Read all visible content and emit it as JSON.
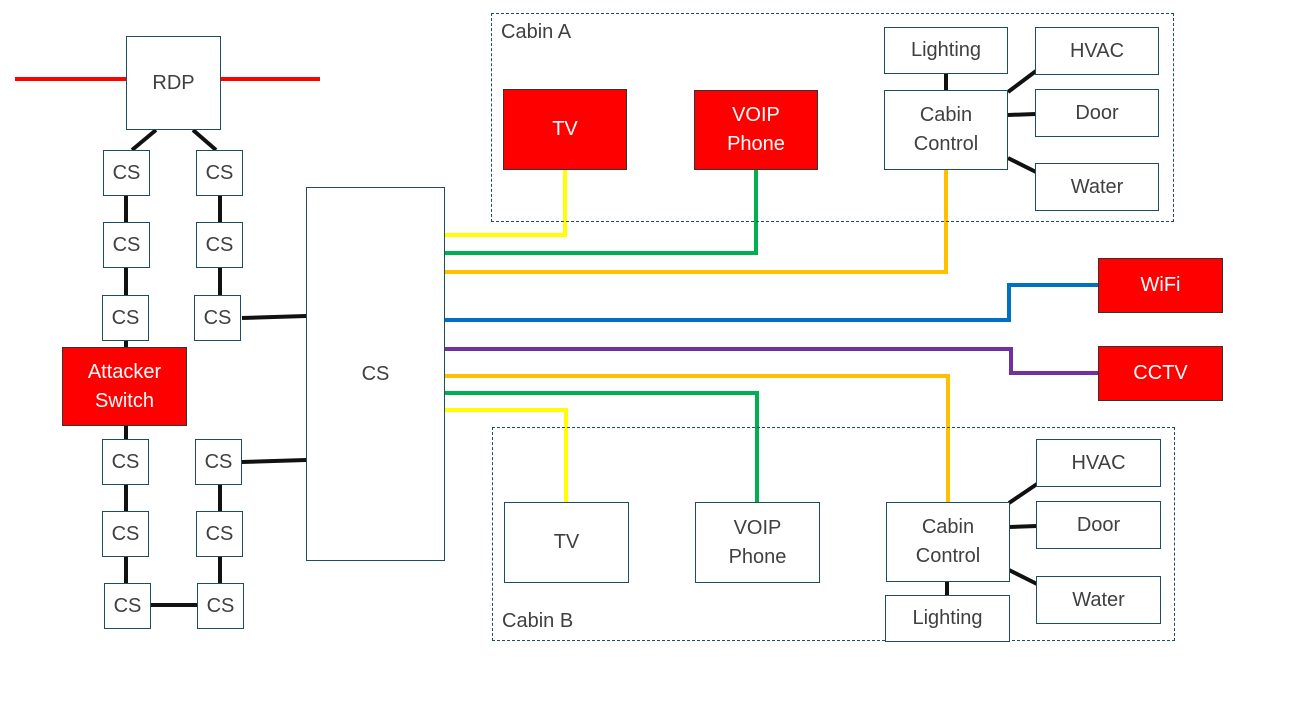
{
  "colors": {
    "danger": "#ff0000",
    "link_black": "#111111",
    "link_yellow": "#ffff00",
    "link_green": "#00b050",
    "link_orange": "#ffc000",
    "link_blue": "#0070c0",
    "link_purple": "#7030a0",
    "link_red": "#ff0000"
  },
  "rdp": {
    "label": "RDP"
  },
  "attacker": {
    "label": "Attacker\nSwitch"
  },
  "chain": {
    "left": [
      "CS",
      "CS",
      "CS",
      "CS",
      "CS",
      "CS"
    ],
    "right": [
      "CS",
      "CS",
      "CS",
      "CS",
      "CS",
      "CS"
    ]
  },
  "core": {
    "label": "CS"
  },
  "cabin_a": {
    "title": "Cabin A",
    "tv": "TV",
    "voip": "VOIP\nPhone",
    "control": "Cabin\nControl",
    "lighting": "Lighting",
    "hvac": "HVAC",
    "door": "Door",
    "water": "Water"
  },
  "cabin_b": {
    "title": "Cabin B",
    "tv": "TV",
    "voip": "VOIP\nPhone",
    "control": "Cabin\nControl",
    "lighting": "Lighting",
    "hvac": "HVAC",
    "door": "Door",
    "water": "Water"
  },
  "wifi": {
    "label": "WiFi"
  },
  "cctv": {
    "label": "CCTV"
  }
}
